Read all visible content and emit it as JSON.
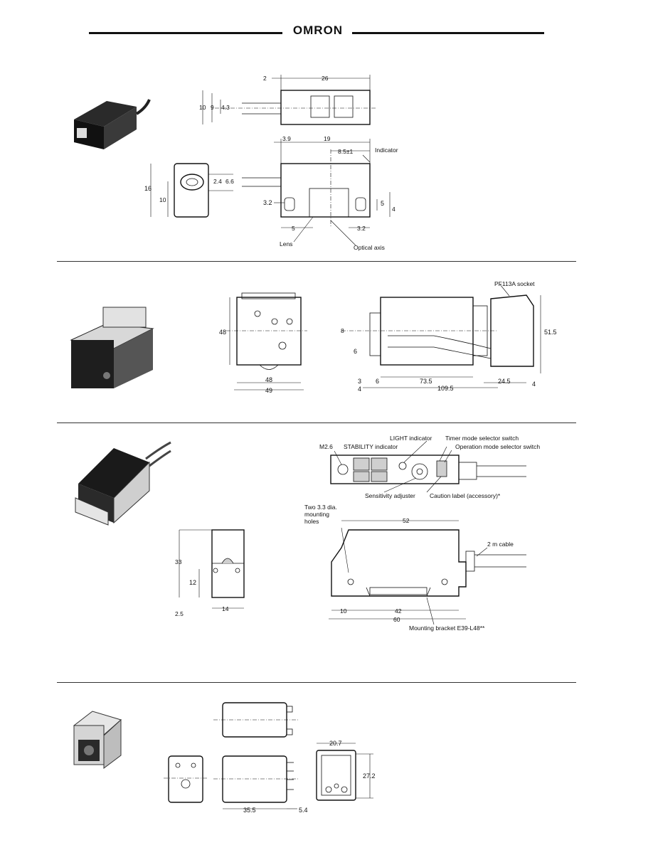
{
  "header": {
    "brand": "OMRON"
  },
  "section1": {
    "top_dims": {
      "d2": "2",
      "d26": "26",
      "d10": "10",
      "d9": "9",
      "d43": "4.3"
    },
    "side_dims": {
      "d16": "16",
      "d10": "10",
      "d24": "2.4",
      "d66": "6.6"
    },
    "front_dims": {
      "d39": "3.9",
      "d19": "19",
      "d85": "8.5±1",
      "d32a": "3.2",
      "d5a": "5",
      "d4": "4",
      "d5b": "5",
      "d32b": "3.2"
    },
    "labels": {
      "indicator": "Indicator",
      "lens": "Lens",
      "optical_axis": "Optical axis"
    }
  },
  "section2": {
    "front_dims": {
      "d48h": "48",
      "d48w": "48",
      "d49": "49"
    },
    "side_dims": {
      "d8": "8",
      "d6": "6",
      "d515": "51.5",
      "d3": "3",
      "d4a": "4",
      "d6b": "6",
      "d735": "73.5",
      "d1095": "109.5",
      "d245": "24.5",
      "d4b": "4"
    },
    "labels": {
      "socket": "PF113A socket"
    }
  },
  "section3": {
    "labels": {
      "m26": "M2.6",
      "light": "LIGHT indicator",
      "stability": "STABILITY indicator",
      "timer": "Timer mode selector switch",
      "operation": "Operation mode selector switch",
      "sensitivity": "Sensitivity adjuster",
      "caution": "Caution label (accessory)*",
      "holes_line1": "Two 3.3 dia.",
      "holes_line2": "mounting",
      "holes_line3": "holes",
      "cable": "2 m cable",
      "bracket": "Mounting bracket E39-L48**"
    },
    "dims": {
      "d52": "52",
      "d33": "33",
      "d12": "12",
      "d25": "2.5",
      "d14": "14",
      "d10": "10",
      "d42": "42",
      "d60": "60"
    }
  },
  "section4": {
    "dims": {
      "d207": "20.7",
      "d272": "27.2",
      "d355": "35.5",
      "d54": "5.4"
    }
  }
}
